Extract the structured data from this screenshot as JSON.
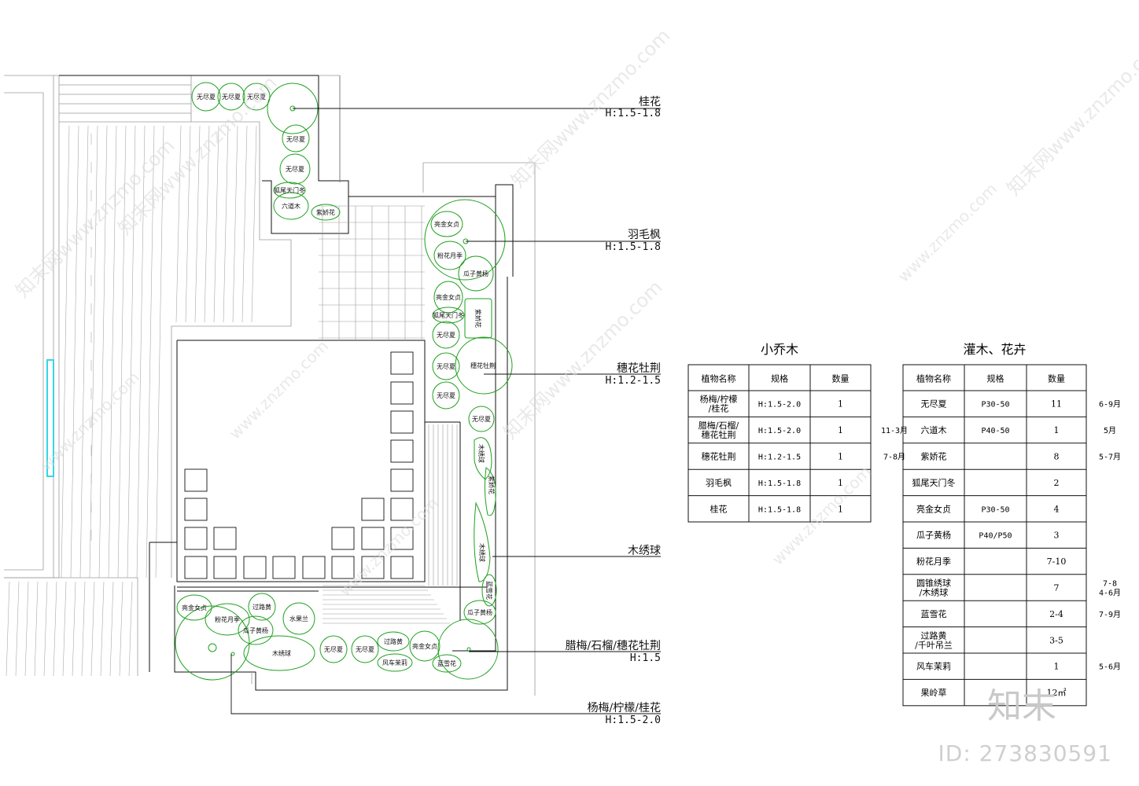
{
  "callouts": [
    {
      "name": "桂花",
      "spec": "H:1.5-1.8"
    },
    {
      "name": "羽毛枫",
      "spec": "H:1.5-1.8"
    },
    {
      "name": "穗花牡荆",
      "spec": "H:1.2-1.5"
    },
    {
      "name": "木绣球",
      "spec": ""
    },
    {
      "name": "腊梅/石榴/穗花牡荆",
      "spec": "H:1.5"
    },
    {
      "name": "杨梅/柠檬/桂花",
      "spec": "H:1.5-2.0"
    }
  ],
  "plant_tags": {
    "top_row": [
      "无尽夏",
      "无尽夏",
      "无尽夏"
    ],
    "top_col": [
      "无尽夏",
      "无尽夏",
      "狐尾天门冬",
      "六道木",
      "紫娇花"
    ],
    "right_col": [
      "亮金女贞",
      "粉花月季",
      "瓜子黄杨",
      "亮金女贞",
      "狐尾天门冬",
      "无尽夏",
      "无尽夏",
      "无尽夏",
      "紫娇花",
      "穗花牡荆",
      "无尽夏",
      "木绣球",
      "紫娇花",
      "木绣球",
      "蓝雪花",
      "瓜子黄杨"
    ],
    "bottom_row": [
      "亮金女贞",
      "粉花月季",
      "过路黄",
      "瓜子黄杨",
      "水果兰",
      "木绣球",
      "无尽夏",
      "无尽夏",
      "过路黄",
      "风车茉莉",
      "亮金女贞",
      "蓝雪花"
    ]
  },
  "table_trees": {
    "title": "小乔木",
    "headers": [
      "植物名称",
      "规格",
      "数量"
    ],
    "rows": [
      {
        "name": "杨梅/柠檬\n/桂花",
        "spec": "H:1.5-2.0",
        "qty": "1",
        "note": ""
      },
      {
        "name": "腊梅/石榴/\n穗花牡荆",
        "spec": "H:1.5-2.0",
        "qty": "1",
        "note": "11-3月"
      },
      {
        "name": "穗花牡荆",
        "spec": "H:1.2-1.5",
        "qty": "1",
        "note": "7-8月"
      },
      {
        "name": "羽毛枫",
        "spec": "H:1.5-1.8",
        "qty": "1",
        "note": ""
      },
      {
        "name": "桂花",
        "spec": "H:1.5-1.8",
        "qty": "1",
        "note": ""
      }
    ]
  },
  "table_shrubs": {
    "title": "灌木、花卉",
    "headers": [
      "植物名称",
      "规格",
      "数量"
    ],
    "rows": [
      {
        "name": "无尽夏",
        "spec": "P30-50",
        "qty": "11",
        "note": "6-9月"
      },
      {
        "name": "六道木",
        "spec": "P40-50",
        "qty": "1",
        "note": "5月"
      },
      {
        "name": "紫娇花",
        "spec": "",
        "qty": "8",
        "note": "5-7月"
      },
      {
        "name": "狐尾天门冬",
        "spec": "",
        "qty": "2",
        "note": ""
      },
      {
        "name": "亮金女贞",
        "spec": "P30-50",
        "qty": "4",
        "note": ""
      },
      {
        "name": "瓜子黄杨",
        "spec": "P40/P50",
        "qty": "3",
        "note": ""
      },
      {
        "name": "粉花月季",
        "spec": "",
        "qty": "7-10",
        "note": ""
      },
      {
        "name": "圆锥绣球\n/木绣球",
        "spec": "",
        "qty": "7",
        "note": "7-8\n4-6月"
      },
      {
        "name": "蓝雪花",
        "spec": "",
        "qty": "2-4",
        "note": "7-9月"
      },
      {
        "name": "过路黄\n/千叶吊兰",
        "spec": "",
        "qty": "3-5",
        "note": ""
      },
      {
        "name": "风车茉莉",
        "spec": "",
        "qty": "1",
        "note": "5-6月"
      },
      {
        "name": "果岭草",
        "spec": "",
        "qty": "12㎡",
        "note": ""
      }
    ]
  },
  "watermark": {
    "site": "www.znzmo.com",
    "brand": "知末网",
    "logo": "知末",
    "id": "ID: 273830591"
  },
  "colors": {
    "line": "#111111",
    "plant": "#1ea01e",
    "deck": "#9a9a9a",
    "cyan": "#35d6e6",
    "watermark": "#d0d0d0"
  }
}
